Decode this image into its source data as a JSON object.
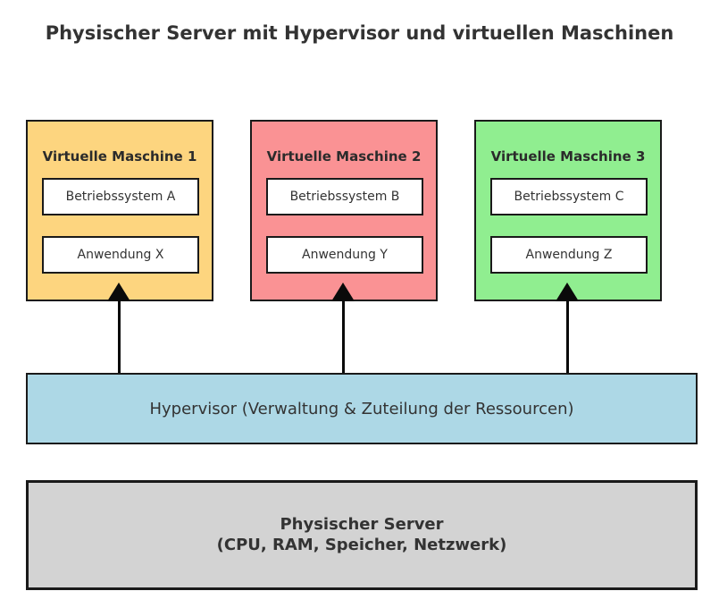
{
  "title": "Physischer Server mit Hypervisor und virtuellen Maschinen",
  "colors": {
    "vm1_fill": "#FDD57F",
    "vm2_fill": "#FA9294",
    "vm3_fill": "#90EE90",
    "hypervisor_fill": "#ADD8E6",
    "server_fill": "#D3D3D3",
    "border": "#1a1a1a",
    "text": "#333333",
    "arrow": "#0a0a0a"
  },
  "vms": [
    {
      "title": "Virtuelle Maschine 1",
      "os": "Betriebssystem A",
      "app": "Anwendung X",
      "fill": "#FDD57F"
    },
    {
      "title": "Virtuelle Maschine 2",
      "os": "Betriebssystem B",
      "app": "Anwendung Y",
      "fill": "#FA9294"
    },
    {
      "title": "Virtuelle Maschine 3",
      "os": "Betriebssystem C",
      "app": "Anwendung Z",
      "fill": "#90EE90"
    }
  ],
  "hypervisor": {
    "label": "Hypervisor (Verwaltung & Zuteilung der Ressourcen)"
  },
  "server": {
    "line1": "Physischer Server",
    "line2": "(CPU, RAM, Speicher, Netzwerk)"
  },
  "connections": [
    {
      "from": "hypervisor",
      "to": "vm-1",
      "direction": "up"
    },
    {
      "from": "hypervisor",
      "to": "vm-2",
      "direction": "up"
    },
    {
      "from": "hypervisor",
      "to": "vm-3",
      "direction": "up"
    }
  ]
}
